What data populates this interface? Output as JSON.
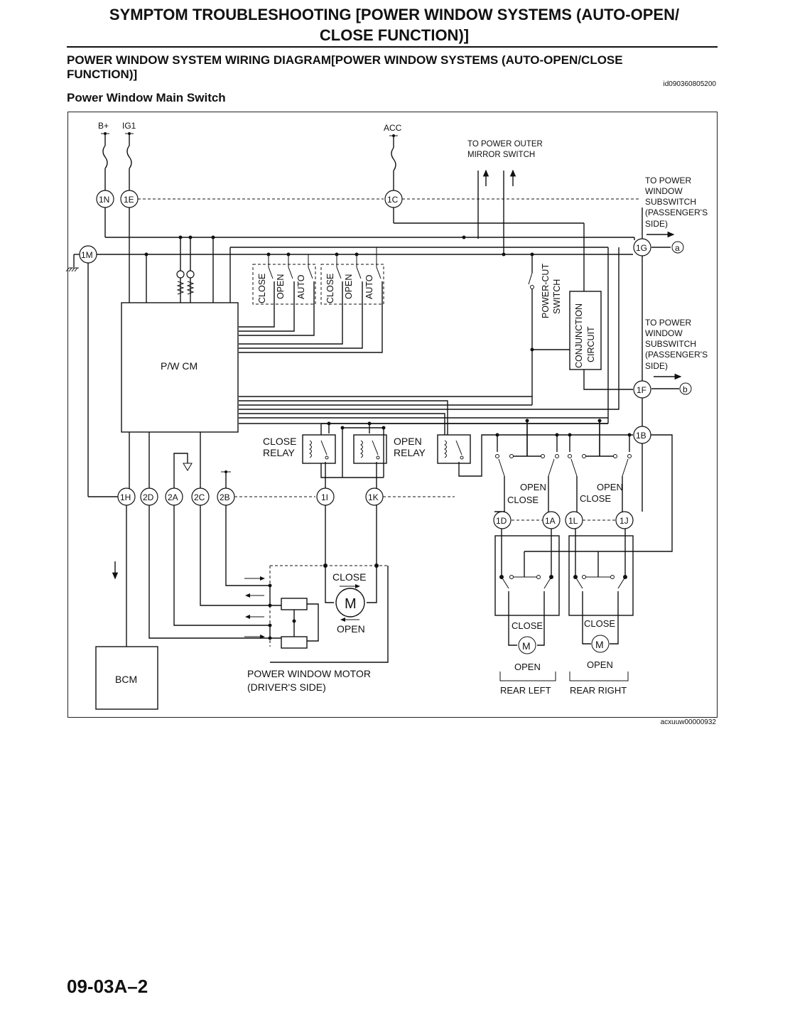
{
  "header": {
    "title_line1": "SYMPTOM TROUBLESHOOTING [POWER WINDOW SYSTEMS (AUTO-OPEN/",
    "title_line2": "CLOSE FUNCTION)]",
    "section_line1": "POWER WINDOW SYSTEM WIRING DIAGRAM[POWER WINDOW SYSTEMS (AUTO-OPEN/CLOSE",
    "section_line2": "FUNCTION)]",
    "doc_id": "id090360805200",
    "subtitle": "Power Window Main Switch"
  },
  "diagram": {
    "power": {
      "bplus": "B+",
      "ig1": "IG1",
      "acc": "ACC"
    },
    "to_mirror": [
      "TO POWER OUTER",
      "MIRROR SWITCH"
    ],
    "to_sub_a": [
      "TO POWER",
      "WINDOW",
      "SUBSWITCH",
      "(PASSENGER'S",
      "SIDE)"
    ],
    "to_sub_b": [
      "TO POWER",
      "WINDOW",
      "SUBSWITCH",
      "(PASSENGER'S",
      "SIDE)"
    ],
    "connectors": {
      "c1N": "1N",
      "c1E": "1E",
      "c1C": "1C",
      "c1M": "1M",
      "c1G": "1G",
      "c1F": "1F",
      "c1B": "1B",
      "c1H": "1H",
      "c2D": "2D",
      "c2A": "2A",
      "c2C": "2C",
      "c2B": "2B",
      "c1I": "1I",
      "c1K": "1K",
      "c1D": "1D",
      "c1A": "1A",
      "c1L": "1L",
      "c1J": "1J"
    },
    "refs": {
      "a": "a",
      "b": "b"
    },
    "pwcm": "P/W CM",
    "bcm": "BCM",
    "switch_labels": {
      "close": "CLOSE",
      "open": "OPEN",
      "auto": "AUTO"
    },
    "power_cut": [
      "POWER-CUT",
      "SWITCH"
    ],
    "conjunction": [
      "CONJUNCTION",
      "CIRCUIT"
    ],
    "close_relay": [
      "CLOSE",
      "RELAY"
    ],
    "open_relay": [
      "OPEN",
      "RELAY"
    ],
    "rear_switch": {
      "open": "OPEN",
      "close": "CLOSE"
    },
    "motor": {
      "m": "M",
      "close": "CLOSE",
      "open": "OPEN"
    },
    "driver_motor": [
      "POWER WINDOW MOTOR",
      "(DRIVER'S SIDE)"
    ],
    "rear_left": "REAR LEFT",
    "rear_right": "REAR RIGHT"
  },
  "footer": {
    "figure_id": "acxuuw00000932",
    "page_number": "09-03A–2"
  }
}
